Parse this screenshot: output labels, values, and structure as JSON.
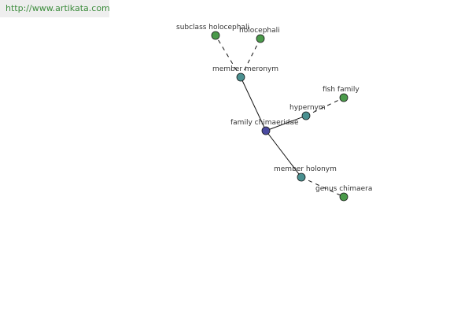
{
  "watermark": "http://www.artikata.com",
  "colors": {
    "center_node": "#4a4aa0",
    "relation_node": "#4a9090",
    "leaf_node": "#4a9a4a",
    "node_stroke": "#1a1a1a",
    "edge": "#111111"
  },
  "diagram": {
    "nodes": [
      {
        "id": "center",
        "label": "family chimaeridae",
        "kind": "center"
      },
      {
        "id": "member_meronym",
        "label": "member meronym",
        "kind": "relation"
      },
      {
        "id": "hypernym",
        "label": "hypernym",
        "kind": "relation"
      },
      {
        "id": "member_holonym",
        "label": "member holonym",
        "kind": "relation"
      },
      {
        "id": "subclass_holocephali",
        "label": "subclass holocephali",
        "kind": "leaf"
      },
      {
        "id": "holocephali",
        "label": "holocephali",
        "kind": "leaf"
      },
      {
        "id": "fish_family",
        "label": "fish family",
        "kind": "leaf"
      },
      {
        "id": "genus_chimaera",
        "label": "genus chimaera",
        "kind": "leaf"
      }
    ],
    "edges": [
      {
        "from": "center",
        "to": "member_meronym",
        "style": "solid"
      },
      {
        "from": "center",
        "to": "hypernym",
        "style": "solid"
      },
      {
        "from": "center",
        "to": "member_holonym",
        "style": "solid"
      },
      {
        "from": "member_meronym",
        "to": "subclass_holocephali",
        "style": "dashed"
      },
      {
        "from": "member_meronym",
        "to": "holocephali",
        "style": "dashed"
      },
      {
        "from": "hypernym",
        "to": "fish_family",
        "style": "dashed"
      },
      {
        "from": "member_holonym",
        "to": "genus_chimaera",
        "style": "dashed"
      }
    ]
  }
}
